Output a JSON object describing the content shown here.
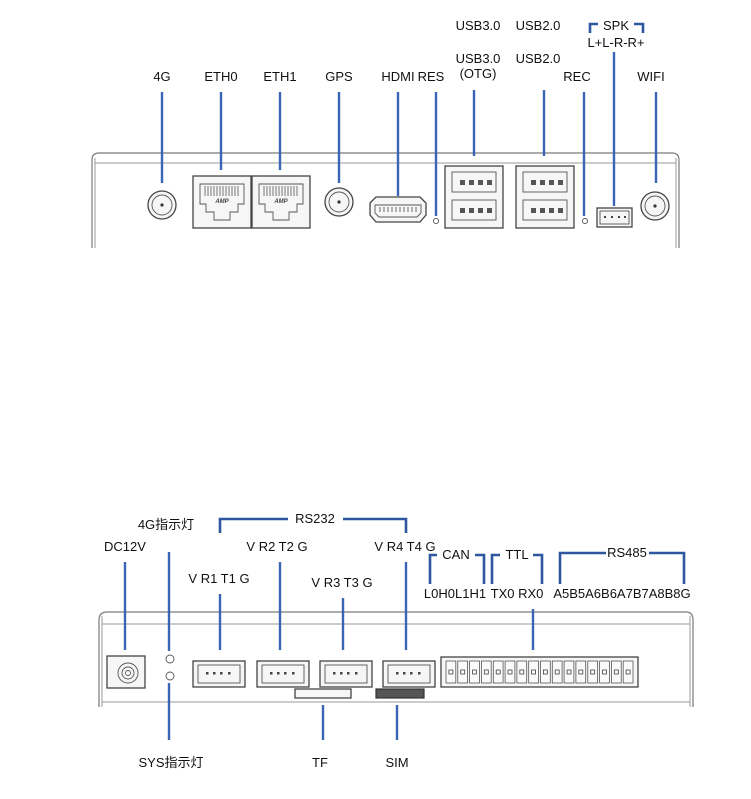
{
  "diagram": {
    "top_panel": {
      "name": "front-panel",
      "labels": {
        "g4": "4G",
        "eth0": "ETH0",
        "eth1": "ETH1",
        "gps": "GPS",
        "hdmi": "HDMI",
        "res": "RES",
        "usb30_top": "USB3.0",
        "usb20_top": "USB2.0",
        "usb30_bottom": "USB3.0",
        "otg": "(OTG)",
        "usb20_bottom": "USB2.0",
        "rec": "REC",
        "spk": "SPK",
        "spk_pins": "L+L-R-R+",
        "wifi": "WIFI",
        "rj45_logo": "AMP"
      }
    },
    "bottom_panel": {
      "name": "rear-panel",
      "labels": {
        "dc12v": "DC12V",
        "led_4g": "4G指示灯",
        "led_sys": "SYS指示灯",
        "rs232": "RS232",
        "rs232_1": "V R1 T1 G",
        "rs232_2": "V R2 T2 G",
        "rs232_3": "V R3 T3 G",
        "rs232_4": "V R4 T4 G",
        "can": "CAN",
        "can_pins": "L0H0L1H1",
        "ttl": "TTL",
        "ttl_pins": "TX0 RX0",
        "rs485": "RS485",
        "rs485_pins": "A5B5A6B6A7B7A8B8G",
        "tf": "TF",
        "sim": "SIM"
      },
      "terminal_block_pins": 16
    },
    "colors": {
      "leader_line": "#3a64b4",
      "outline": "#7a7a7a",
      "text": "#111111"
    }
  }
}
